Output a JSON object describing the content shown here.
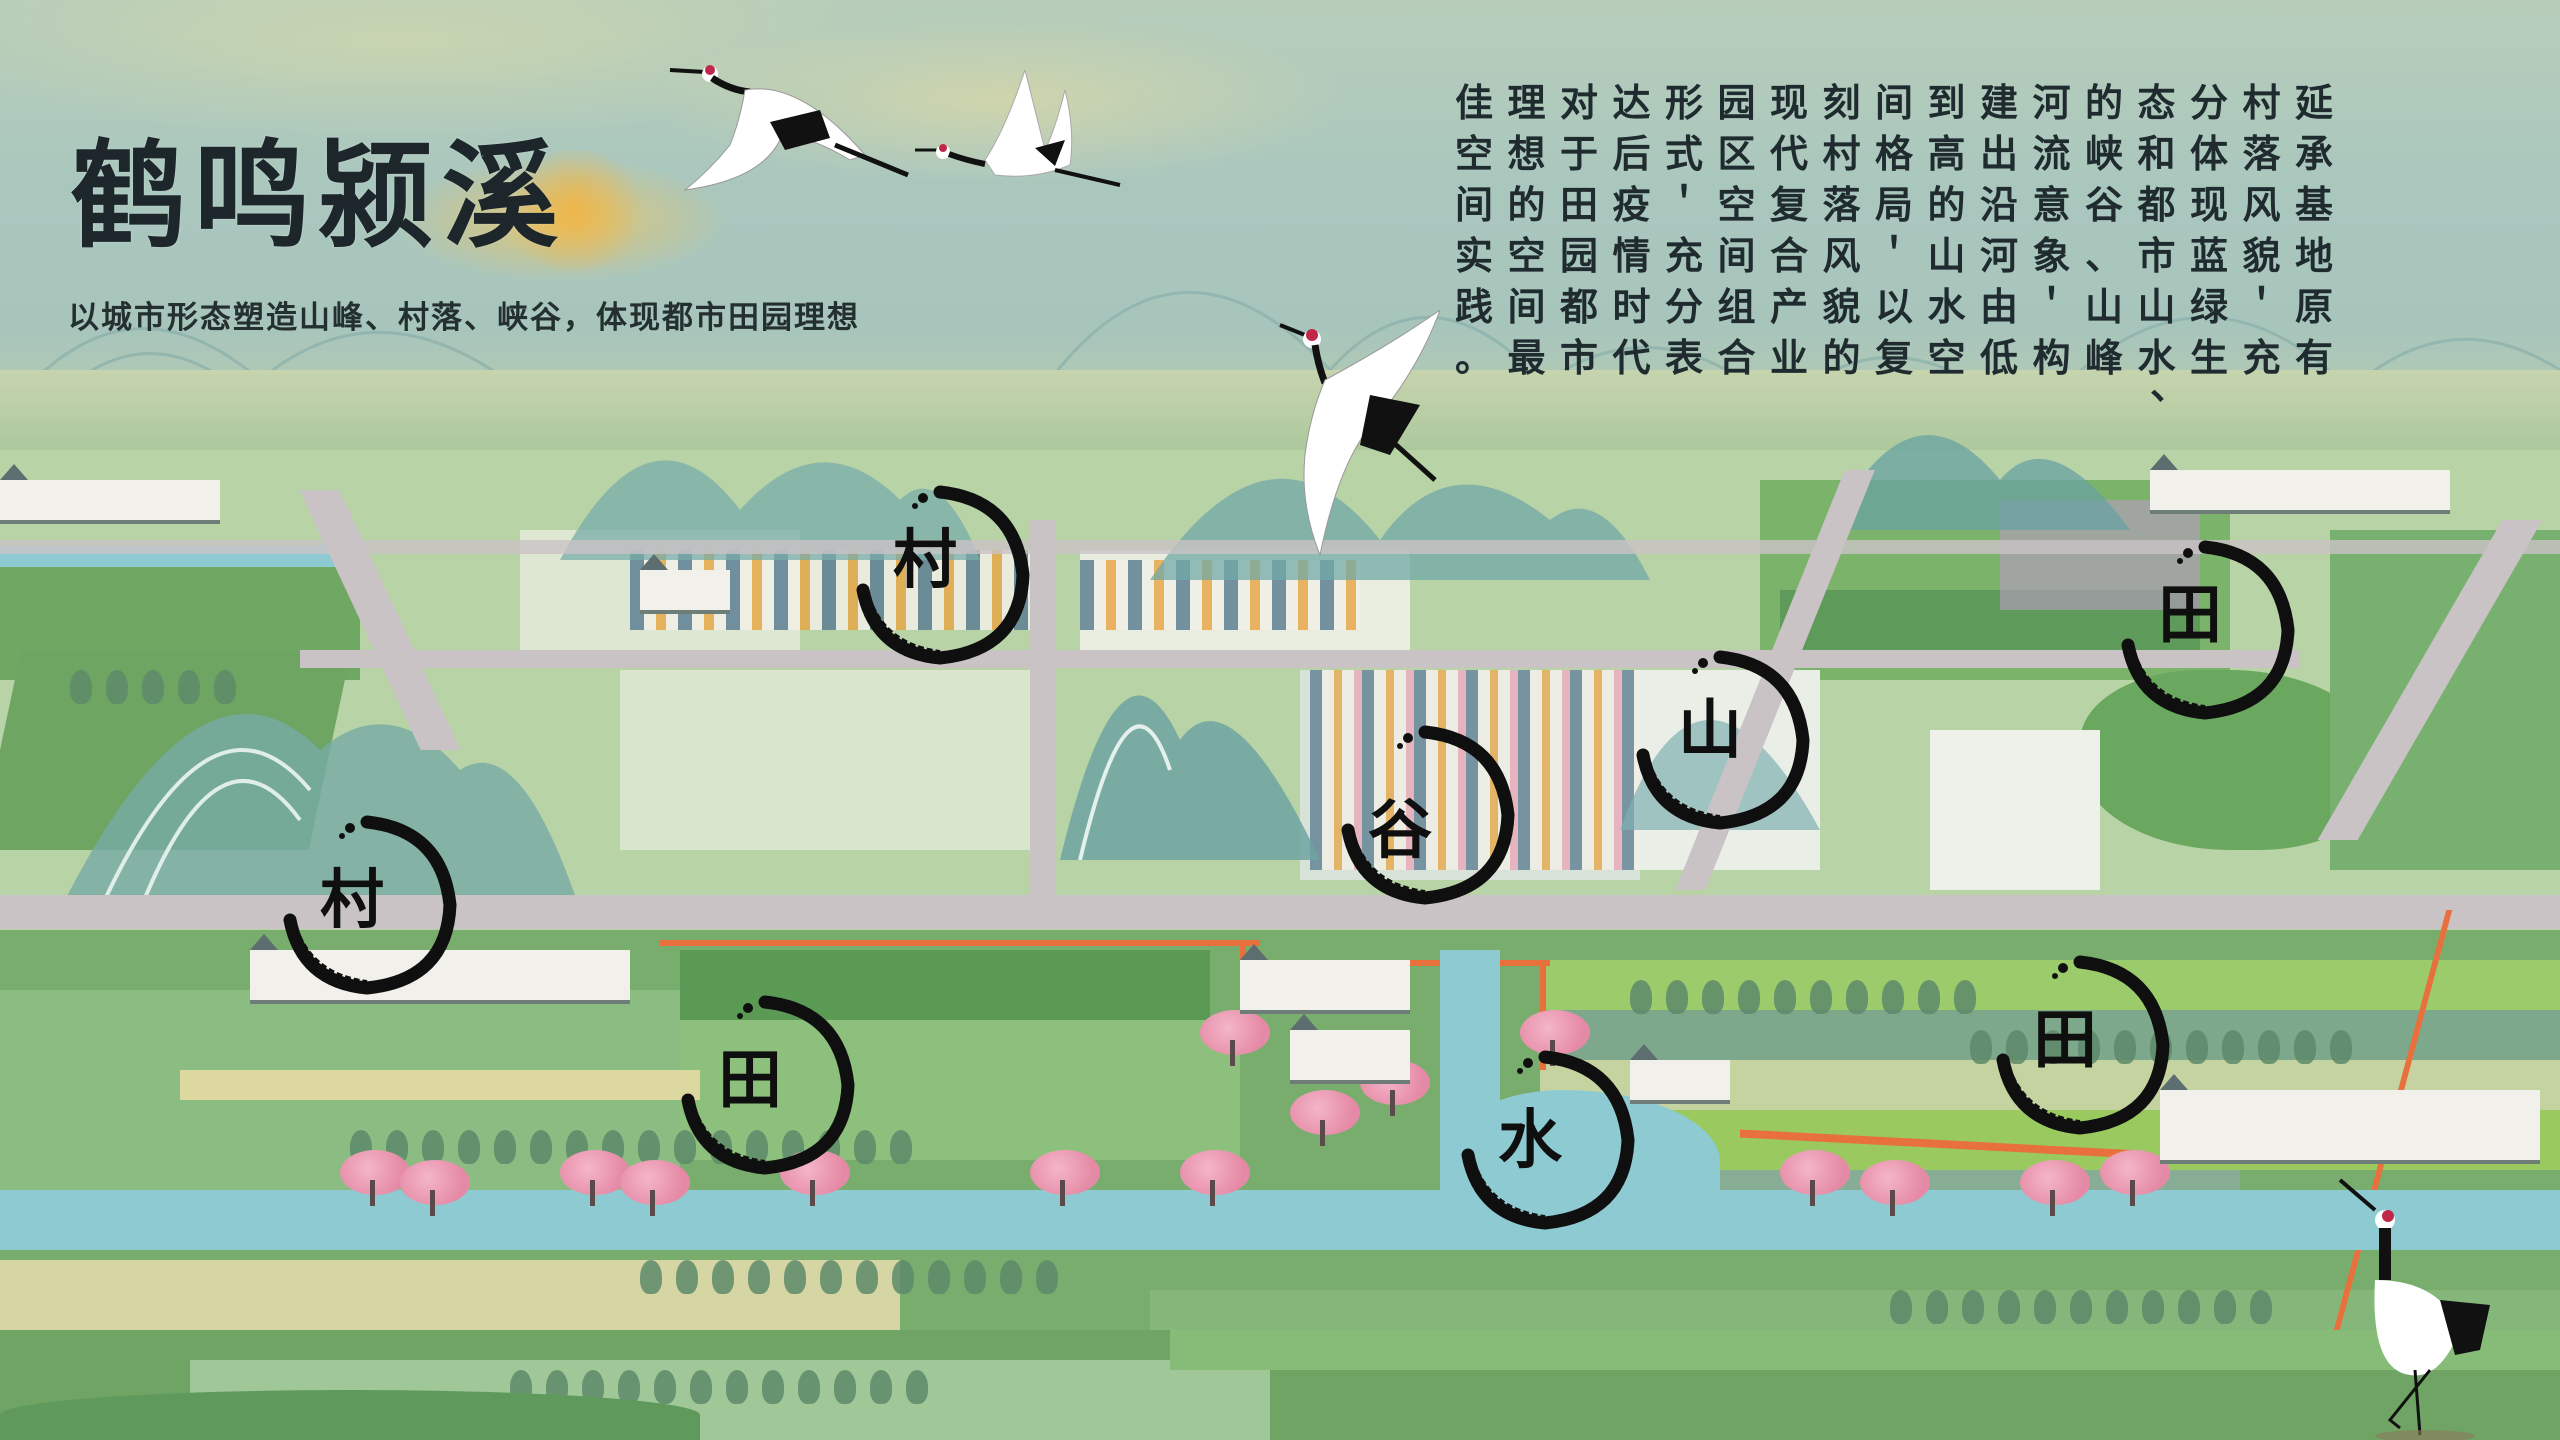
{
  "header": {
    "title": "鹤鸣颍溪",
    "subtitle": "以城市形态塑造山峰、村落、峡谷，体现都市田园理想"
  },
  "description": {
    "rows": [
      "佳理对达形园现刻间到建河的态分村延",
      "空想于后式区代村格高出流峡和体落承",
      "间的田疫＇空复落局的沿意谷都现风基",
      "实空园情充间合风＇山河象、市蓝貌地",
      "践间都时分组产貌以水由＇山山绿＇原",
      "。最市代表合业的复空低构峰水生充有"
    ],
    "trailing_mark": "、"
  },
  "map_labels": [
    {
      "id": "village-north",
      "text": "村"
    },
    {
      "id": "village-west",
      "text": "村"
    },
    {
      "id": "valley",
      "text": "谷"
    },
    {
      "id": "mountain",
      "text": "山"
    },
    {
      "id": "field-northeast",
      "text": "田"
    },
    {
      "id": "field-southwest",
      "text": "田"
    },
    {
      "id": "field-southeast",
      "text": "田"
    },
    {
      "id": "water",
      "text": "水"
    }
  ],
  "colors": {
    "ink": "#0f0f0f",
    "title_text": "#1c262b",
    "sky": "#aac7be",
    "field_green": "#7fb072",
    "water": "#8ecad2",
    "road": "#c9c3c6",
    "orange_boundary": "#e8703c",
    "blossom": "#e58aa6",
    "title_glow": "#f0b446"
  },
  "decorations": {
    "cranes": [
      "flying-crane-left",
      "flying-crane-right",
      "rising-crane-center",
      "standing-crane-bottom-right"
    ]
  }
}
